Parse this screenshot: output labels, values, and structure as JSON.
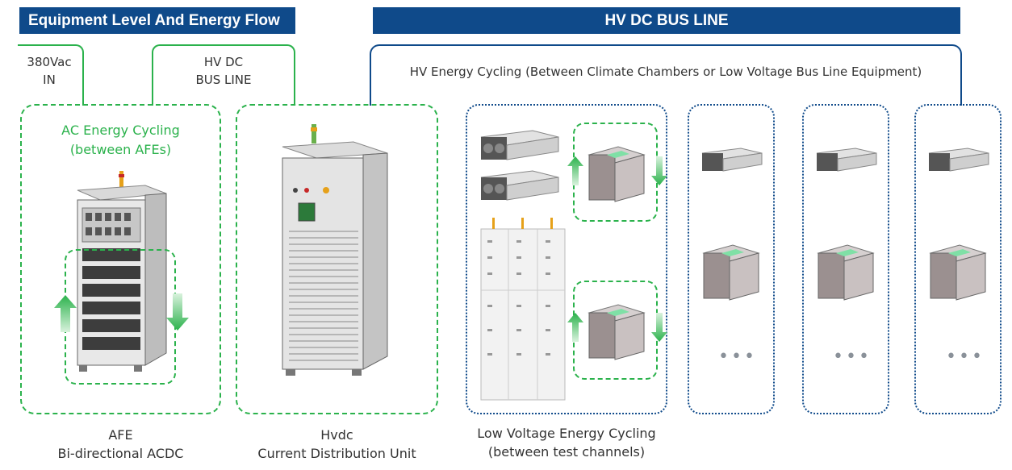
{
  "headers": {
    "left": "Equipment Level And Energy Flow",
    "right": "HV DC BUS LINE"
  },
  "inputs": {
    "ac_in_line1": "380Vac",
    "ac_in_line2": "IN",
    "hvdc_line1": "HV DC",
    "hvdc_line2": "BUS LINE"
  },
  "hv_energy_cycling": "HV Energy Cycling (Between Climate Chambers or Low Voltage Bus Line Equipment)",
  "ac_cycling": {
    "line1": "AC Energy Cycling",
    "line2": "(between AFEs)"
  },
  "ellipsis": "•••",
  "captions": {
    "afe_line1": "AFE",
    "afe_line2": "Bi-directional ACDC",
    "hvdc_line1": "Hvdc",
    "hvdc_line2": "Current Distribution Unit",
    "lv_line1": "Low Voltage Energy Cycling",
    "lv_line2": "(between test channels)"
  },
  "colors": {
    "brand_blue": "#0f4a8a",
    "energy_green": "#2bb24c"
  }
}
